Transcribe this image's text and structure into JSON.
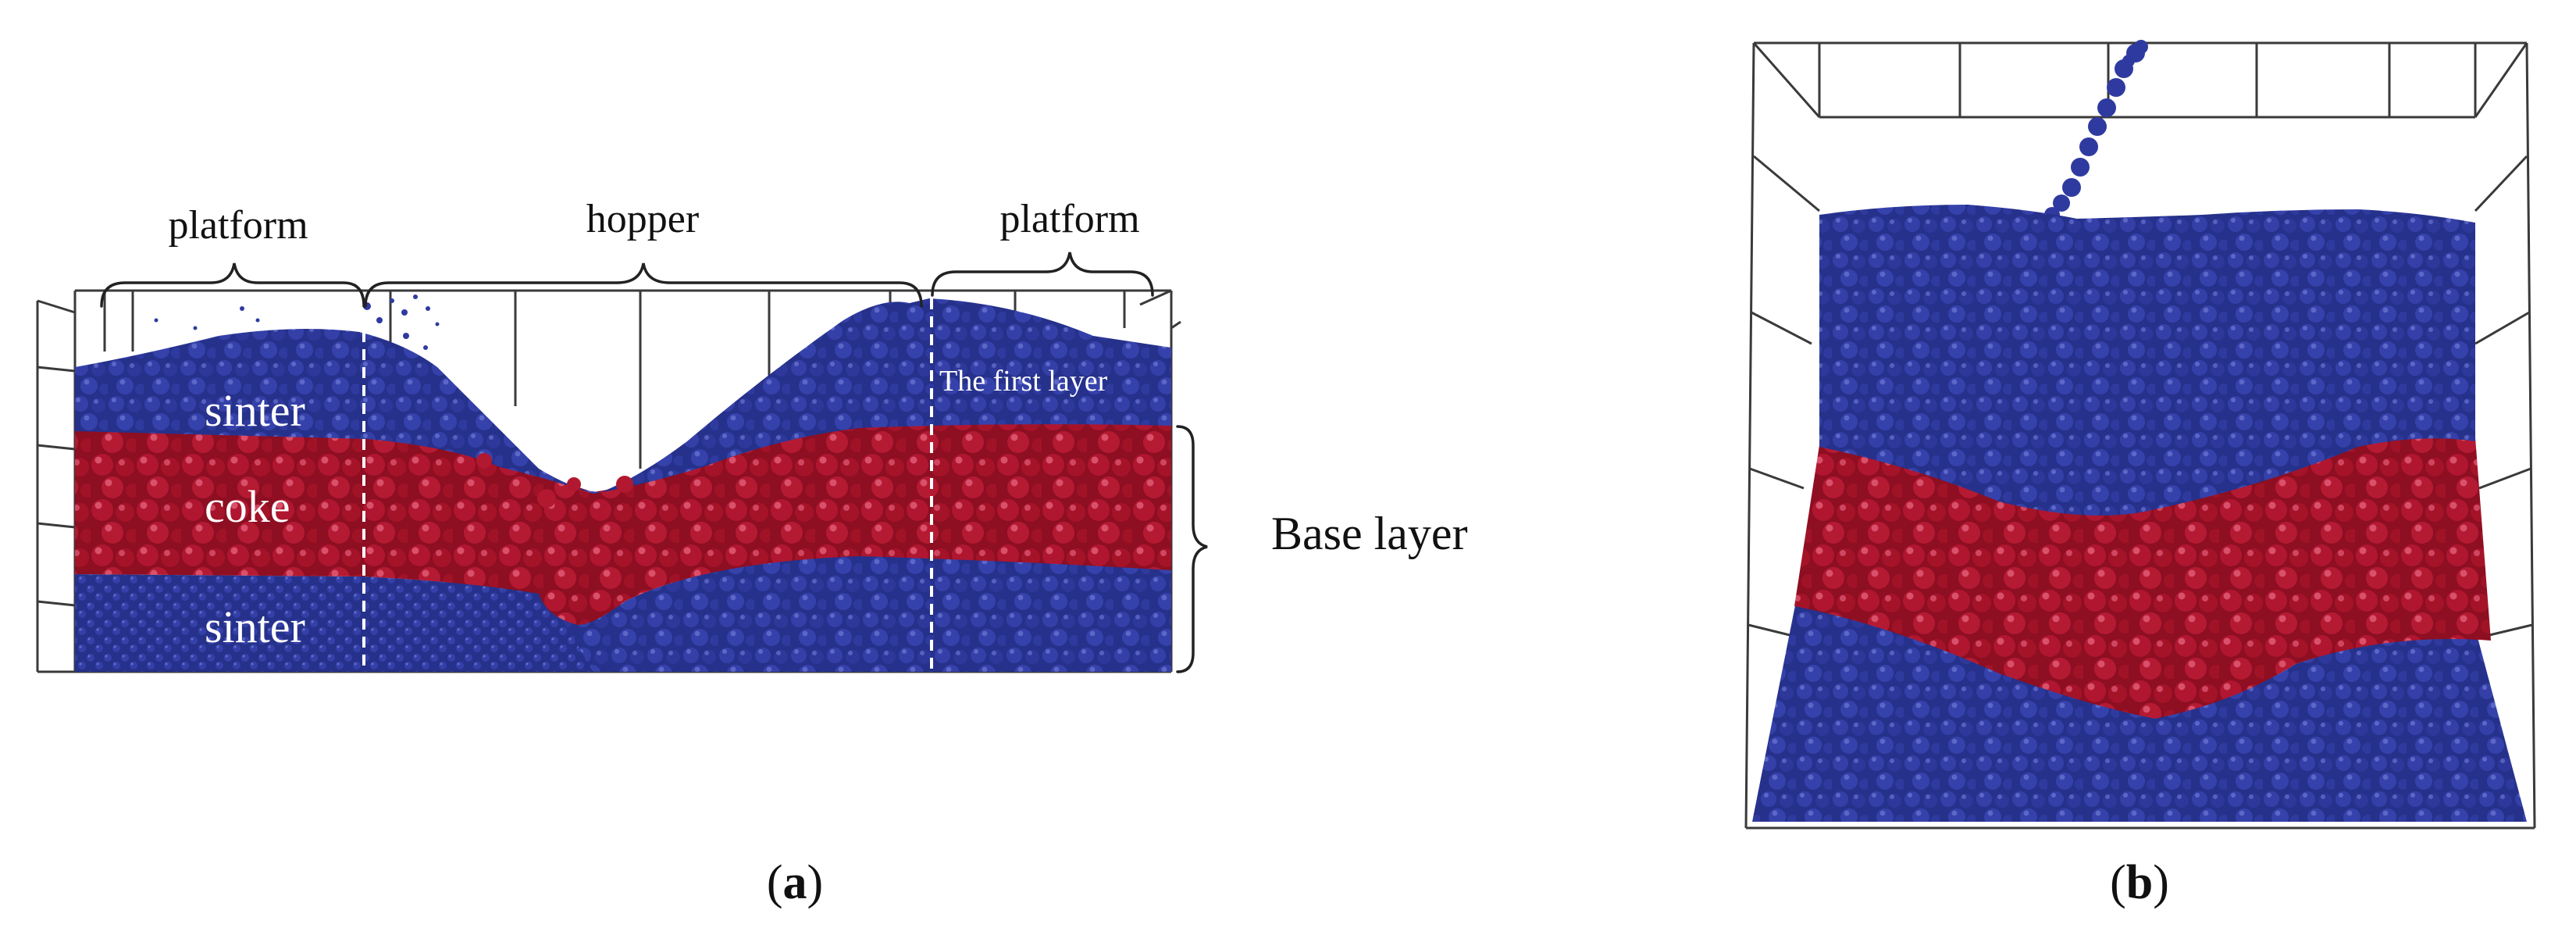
{
  "panel_a": {
    "label_open": "(",
    "label_letter": "a",
    "label_close": ")",
    "annotations": {
      "platform_left": "platform",
      "hopper": "hopper",
      "platform_right": "platform",
      "sinter_top": "sinter",
      "coke": "coke",
      "sinter_bottom": "sinter",
      "first_layer": "The first layer",
      "base_layer": "Base layer"
    }
  },
  "panel_b": {
    "label_open": "(",
    "label_letter": "b",
    "label_close": ")"
  },
  "colors": {
    "sinter_blue": "#28338f",
    "coke_red": "#a5122a",
    "grid_line": "#3a3a3a",
    "annotation_white": "#ffffff",
    "annotation_black": "#111111"
  }
}
